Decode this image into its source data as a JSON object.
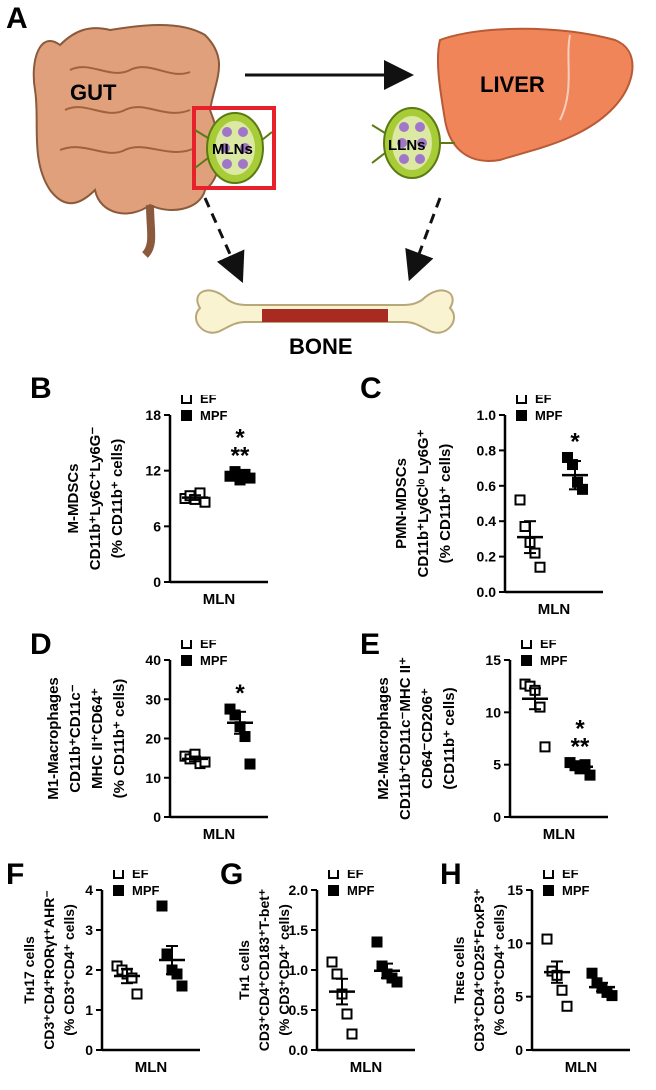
{
  "figure": {
    "panel_letters": [
      "A",
      "B",
      "C",
      "D",
      "E",
      "F",
      "G",
      "H"
    ],
    "schematic": {
      "gut_label": "GUT",
      "liver_label": "LIVER",
      "mlns_label": "MLNs",
      "llns_label": "LLNs",
      "bone_label": "BONE",
      "colors": {
        "gut": "#e0a07c",
        "liver": "#f0855a",
        "node_ring": "#a8cc38",
        "node_cell": "#a077c8",
        "highlight": "#e8202a",
        "bone_marrow": "#a82a20",
        "bone": "#faf3d2"
      }
    }
  },
  "chart_data": [
    {
      "panel": "B",
      "type": "scatter",
      "ylabel_lines": [
        "M-MDSCs",
        "CD11b⁺Ly6C⁺Ly6G⁻",
        "(% CD11b⁺ cells)"
      ],
      "xlabel": "MLN",
      "yticks": [
        "0",
        "6",
        "12",
        "18"
      ],
      "ylim": [
        0,
        18
      ],
      "legend": [
        "EF",
        "MPF"
      ],
      "significance": "***",
      "groups": [
        {
          "name": "EF",
          "marker": "open-square",
          "values": [
            9.0,
            9.3,
            8.9,
            9.6,
            8.6
          ],
          "mean": 9.1,
          "sem": 0.25
        },
        {
          "name": "MPF",
          "marker": "filled-square",
          "values": [
            11.4,
            11.9,
            11.0,
            11.6,
            11.2
          ],
          "mean": 11.4,
          "sem": 0.3
        }
      ]
    },
    {
      "panel": "C",
      "type": "scatter",
      "ylabel_lines": [
        "PMN-MDSCs",
        "CD11b⁺Ly6Cˡᵒ Ly6G⁺",
        "(% CD11b⁺ cells)"
      ],
      "xlabel": "MLN",
      "yticks": [
        "0.0",
        "0.2",
        "0.4",
        "0.6",
        "0.8",
        "1.0"
      ],
      "ylim": [
        0,
        1.0
      ],
      "legend": [
        "EF",
        "MPF"
      ],
      "significance": "*",
      "groups": [
        {
          "name": "EF",
          "marker": "open-square",
          "values": [
            0.52,
            0.37,
            0.28,
            0.22,
            0.14
          ],
          "mean": 0.31,
          "sem": 0.09
        },
        {
          "name": "MPF",
          "marker": "filled-square",
          "values": [
            0.76,
            0.72,
            0.62,
            0.58
          ],
          "mean": 0.66,
          "sem": 0.08
        }
      ]
    },
    {
      "panel": "D",
      "type": "scatter",
      "ylabel_lines": [
        "M1-Macrophages",
        "CD11b⁺CD11c⁻",
        "MHC II⁺CD64⁺",
        "(% CD11b⁺ cells)"
      ],
      "xlabel": "MLN",
      "yticks": [
        "0",
        "10",
        "20",
        "30",
        "40"
      ],
      "ylim": [
        0,
        40
      ],
      "legend": [
        "EF",
        "MPF"
      ],
      "significance": "*",
      "groups": [
        {
          "name": "EF",
          "marker": "open-square",
          "values": [
            15.5,
            14.8,
            16.0,
            13.6,
            14.0
          ],
          "mean": 14.8,
          "sem": 0.6
        },
        {
          "name": "MPF",
          "marker": "filled-square",
          "values": [
            27.5,
            26.0,
            23.0,
            20.5,
            13.5
          ],
          "mean": 24.0,
          "sem": 2.8
        }
      ]
    },
    {
      "panel": "E",
      "type": "scatter",
      "ylabel_lines": [
        "M2-Macrophages",
        "CD11b⁺CD11c⁻MHC II⁺",
        "CD64⁻CD206⁺",
        "(CD11b⁺ cells)"
      ],
      "xlabel": "MLN",
      "yticks": [
        "0",
        "5",
        "10",
        "15"
      ],
      "ylim": [
        0,
        15
      ],
      "legend": [
        "EF",
        "MPF"
      ],
      "significance": "***",
      "groups": [
        {
          "name": "EF",
          "marker": "open-square",
          "values": [
            12.7,
            12.5,
            12.1,
            10.5,
            6.7
          ],
          "mean": 11.3,
          "sem": 1.0
        },
        {
          "name": "MPF",
          "marker": "filled-square",
          "values": [
            5.2,
            4.9,
            4.6,
            5.0,
            4.0
          ],
          "mean": 4.8,
          "sem": 0.3
        }
      ]
    },
    {
      "panel": "F",
      "type": "scatter",
      "ylabel_lines": [
        "Tʜ17 cells",
        "CD3⁺CD4⁺RORγt⁺AHR⁻",
        "(% CD3⁺CD4⁺ cells)"
      ],
      "xlabel": "MLN",
      "yticks": [
        "0",
        "1",
        "2",
        "3",
        "4"
      ],
      "ylim": [
        0,
        4
      ],
      "legend": [
        "EF",
        "MPF"
      ],
      "significance": "",
      "groups": [
        {
          "name": "EF",
          "marker": "open-square",
          "values": [
            2.1,
            2.0,
            1.9,
            1.8,
            1.4
          ],
          "mean": 1.85,
          "sem": 0.18
        },
        {
          "name": "MPF",
          "marker": "filled-square",
          "values": [
            3.6,
            2.4,
            2.0,
            1.9,
            1.6
          ],
          "mean": 2.25,
          "sem": 0.35
        }
      ]
    },
    {
      "panel": "G",
      "type": "scatter",
      "ylabel_lines": [
        "Tʜ1 cells",
        "CD3⁺CD4⁺CD183⁺T-bet⁺",
        "(% CD3⁺CD4⁺ cells)"
      ],
      "xlabel": "MLN",
      "yticks": [
        "0.0",
        "0.5",
        "1.0",
        "1.5",
        "2.0"
      ],
      "ylim": [
        0,
        2.0
      ],
      "legend": [
        "EF",
        "MPF"
      ],
      "significance": "",
      "groups": [
        {
          "name": "EF",
          "marker": "open-square",
          "values": [
            1.1,
            0.95,
            0.7,
            0.45,
            0.2
          ],
          "mean": 0.73,
          "sem": 0.16
        },
        {
          "name": "MPF",
          "marker": "filled-square",
          "values": [
            1.35,
            1.05,
            0.95,
            0.9,
            0.85
          ],
          "mean": 0.99,
          "sem": 0.09
        }
      ]
    },
    {
      "panel": "H",
      "type": "scatter",
      "ylabel_lines": [
        "Tʀᴇɢ cells",
        "CD3⁺CD4⁺CD25⁺FoxP3⁺",
        "(% CD3⁺CD4⁺ cells)"
      ],
      "xlabel": "MLN",
      "yticks": [
        "0",
        "5",
        "10",
        "15"
      ],
      "ylim": [
        0,
        15
      ],
      "legend": [
        "EF",
        "MPF"
      ],
      "significance": "",
      "groups": [
        {
          "name": "EF",
          "marker": "open-square",
          "values": [
            10.4,
            7.4,
            7.0,
            5.6,
            4.1
          ],
          "mean": 7.3,
          "sem": 1.0
        },
        {
          "name": "MPF",
          "marker": "filled-square",
          "values": [
            7.2,
            6.3,
            5.8,
            5.4,
            5.1
          ],
          "mean": 5.9,
          "sem": 0.4
        }
      ]
    }
  ]
}
